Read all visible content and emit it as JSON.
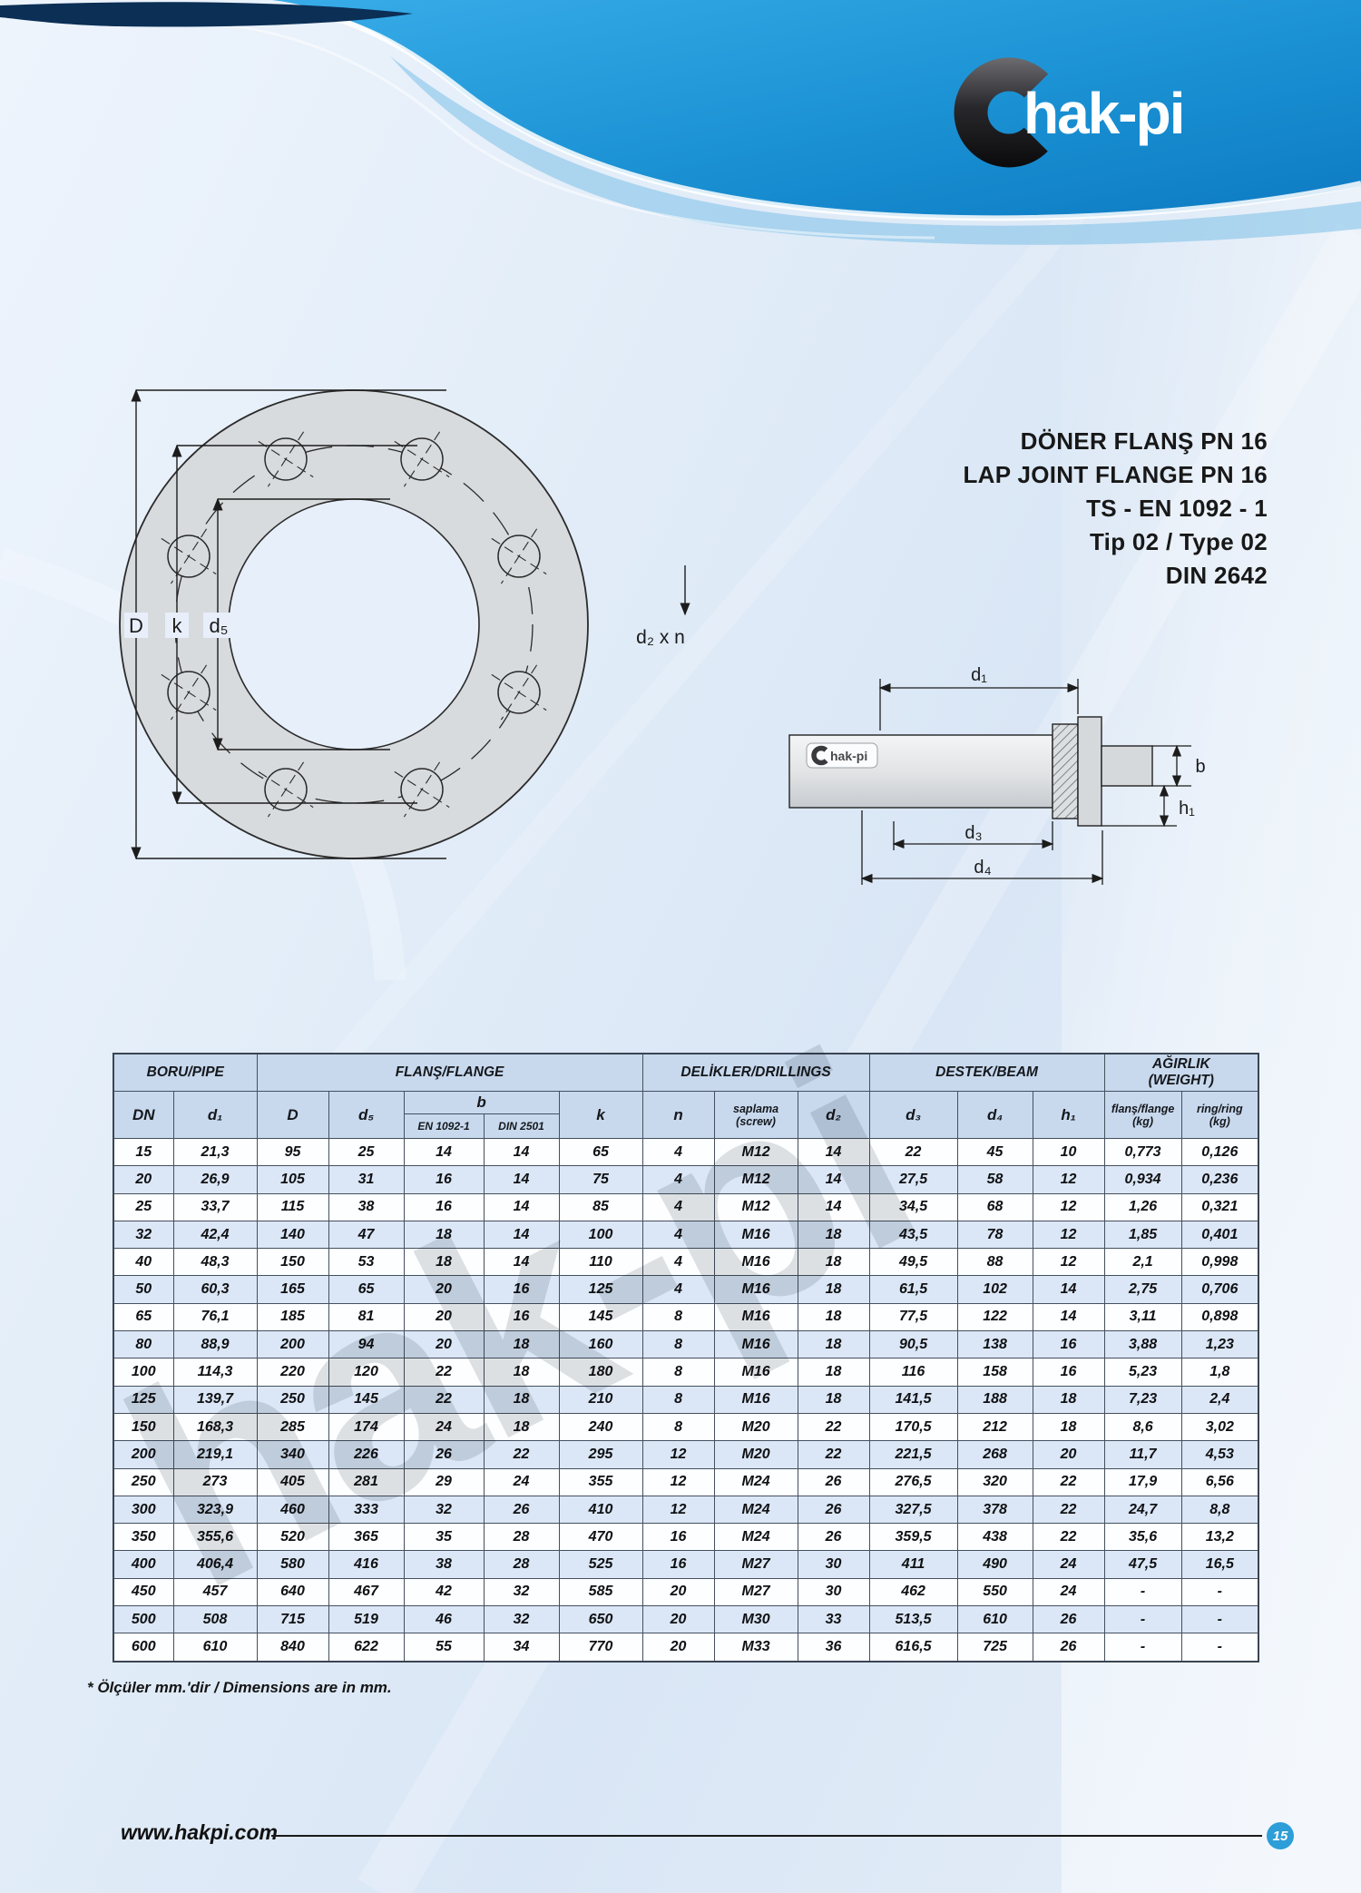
{
  "page": {
    "brand": "hak-pi",
    "website": "www.hakpi.com",
    "page_number": "15",
    "footnote": "* Ölçüler mm.'dir / Dimensions are in mm.",
    "watermark": "hak-pi"
  },
  "title_block": {
    "line1": "DÖNER  FLANŞ PN 16",
    "line2": "LAP JOINT  FLANGE PN 16",
    "line3": "TS - EN 1092 - 1",
    "line4": "Tip 02 / Type 02",
    "line5": "DIN 2642"
  },
  "drawings": {
    "front_view": {
      "dim_outer": "D",
      "dim_bolt_circle": "k",
      "dim_d5": "d₅",
      "holes_note": "d₂ x n"
    },
    "section_view": {
      "dim_d1": "d₁",
      "dim_b": "b",
      "dim_h1": "h₁",
      "dim_d3": "d₃",
      "dim_d4": "d₄",
      "badge": "hak-pi"
    }
  },
  "table": {
    "groups": {
      "pipe": "BORU/PIPE",
      "flange": "FLANŞ/FLANGE",
      "drillings": "DELİKLER/DRILLINGS",
      "beam": "DESTEK/BEAM",
      "weight_line1": "AĞIRLIK",
      "weight_line2": "(WEIGHT)"
    },
    "columns": {
      "dn": "DN",
      "d1": "d₁",
      "D": "D",
      "d5": "d₅",
      "b": "b",
      "b_en": "EN 1092-1",
      "b_din": "DIN 2501",
      "k": "k",
      "n": "n",
      "screw_line1": "saplama",
      "screw_line2": "(screw)",
      "d2": "d₂",
      "d3": "d₃",
      "d4": "d₄",
      "h1": "h₁",
      "flange_weight_line1": "flanş/flange",
      "flange_weight_line2": "(kg)",
      "ring_weight_line1": "ring/ring",
      "ring_weight_line2": "(kg)"
    },
    "rows": [
      [
        "15",
        "21,3",
        "95",
        "25",
        "14",
        "14",
        "65",
        "4",
        "M12",
        "14",
        "22",
        "45",
        "10",
        "0,773",
        "0,126"
      ],
      [
        "20",
        "26,9",
        "105",
        "31",
        "16",
        "14",
        "75",
        "4",
        "M12",
        "14",
        "27,5",
        "58",
        "12",
        "0,934",
        "0,236"
      ],
      [
        "25",
        "33,7",
        "115",
        "38",
        "16",
        "14",
        "85",
        "4",
        "M12",
        "14",
        "34,5",
        "68",
        "12",
        "1,26",
        "0,321"
      ],
      [
        "32",
        "42,4",
        "140",
        "47",
        "18",
        "14",
        "100",
        "4",
        "M16",
        "18",
        "43,5",
        "78",
        "12",
        "1,85",
        "0,401"
      ],
      [
        "40",
        "48,3",
        "150",
        "53",
        "18",
        "14",
        "110",
        "4",
        "M16",
        "18",
        "49,5",
        "88",
        "12",
        "2,1",
        "0,998"
      ],
      [
        "50",
        "60,3",
        "165",
        "65",
        "20",
        "16",
        "125",
        "4",
        "M16",
        "18",
        "61,5",
        "102",
        "14",
        "2,75",
        "0,706"
      ],
      [
        "65",
        "76,1",
        "185",
        "81",
        "20",
        "16",
        "145",
        "8",
        "M16",
        "18",
        "77,5",
        "122",
        "14",
        "3,11",
        "0,898"
      ],
      [
        "80",
        "88,9",
        "200",
        "94",
        "20",
        "18",
        "160",
        "8",
        "M16",
        "18",
        "90,5",
        "138",
        "16",
        "3,88",
        "1,23"
      ],
      [
        "100",
        "114,3",
        "220",
        "120",
        "22",
        "18",
        "180",
        "8",
        "M16",
        "18",
        "116",
        "158",
        "16",
        "5,23",
        "1,8"
      ],
      [
        "125",
        "139,7",
        "250",
        "145",
        "22",
        "18",
        "210",
        "8",
        "M16",
        "18",
        "141,5",
        "188",
        "18",
        "7,23",
        "2,4"
      ],
      [
        "150",
        "168,3",
        "285",
        "174",
        "24",
        "18",
        "240",
        "8",
        "M20",
        "22",
        "170,5",
        "212",
        "18",
        "8,6",
        "3,02"
      ],
      [
        "200",
        "219,1",
        "340",
        "226",
        "26",
        "22",
        "295",
        "12",
        "M20",
        "22",
        "221,5",
        "268",
        "20",
        "11,7",
        "4,53"
      ],
      [
        "250",
        "273",
        "405",
        "281",
        "29",
        "24",
        "355",
        "12",
        "M24",
        "26",
        "276,5",
        "320",
        "22",
        "17,9",
        "6,56"
      ],
      [
        "300",
        "323,9",
        "460",
        "333",
        "32",
        "26",
        "410",
        "12",
        "M24",
        "26",
        "327,5",
        "378",
        "22",
        "24,7",
        "8,8"
      ],
      [
        "350",
        "355,6",
        "520",
        "365",
        "35",
        "28",
        "470",
        "16",
        "M24",
        "26",
        "359,5",
        "438",
        "22",
        "35,6",
        "13,2"
      ],
      [
        "400",
        "406,4",
        "580",
        "416",
        "38",
        "28",
        "525",
        "16",
        "M27",
        "30",
        "411",
        "490",
        "24",
        "47,5",
        "16,5"
      ],
      [
        "450",
        "457",
        "640",
        "467",
        "42",
        "32",
        "585",
        "20",
        "M27",
        "30",
        "462",
        "550",
        "24",
        "-",
        "-"
      ],
      [
        "500",
        "508",
        "715",
        "519",
        "46",
        "32",
        "650",
        "20",
        "M30",
        "33",
        "513,5",
        "610",
        "26",
        "-",
        "-"
      ],
      [
        "600",
        "610",
        "840",
        "622",
        "55",
        "34",
        "770",
        "20",
        "M33",
        "36",
        "616,5",
        "725",
        "26",
        "-",
        "-"
      ]
    ]
  }
}
